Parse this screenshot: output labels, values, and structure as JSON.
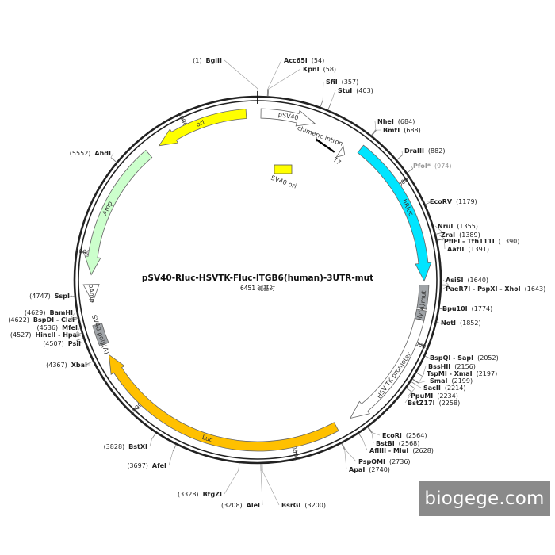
{
  "plasmid": {
    "name": "pSV40-Rluc-HSVTK-Fluc-ITGB6(human)-3UTR-mut",
    "length_text": "6451 碱基对",
    "length": 6451
  },
  "ticks": [
    "1000",
    "2000",
    "3000",
    "4000",
    "5000",
    "6000"
  ],
  "features": [
    {
      "id": "psv40",
      "label": "pSV40",
      "start": 20,
      "end": 360,
      "color": "#ffffff",
      "track": "outer",
      "arrow": true
    },
    {
      "id": "chimeric-intron",
      "label": "chimeric intron",
      "start": 405,
      "end": 555,
      "color": "#000000",
      "track": "bar"
    },
    {
      "id": "t7",
      "label": "T7",
      "start": 585,
      "end": 625,
      "color": "#ffffff",
      "track": "inner",
      "arrow": true
    },
    {
      "id": "sv40ori-small",
      "label": "SV40 ori",
      "color": "#ffff00",
      "track": "box"
    },
    {
      "id": "hrluc",
      "label": "hRluc",
      "start": 684,
      "end": 1620,
      "color": "#00e5ff",
      "track": "outer",
      "arrow": true
    },
    {
      "id": "mut",
      "label": "mut",
      "start": 1645,
      "end": 1790,
      "color": "#a0a4a8",
      "track": "outer"
    },
    {
      "id": "polya",
      "label": "poly(A)",
      "start": 1800,
      "end": 1860,
      "color": "#a0a4a8",
      "track": "outer"
    },
    {
      "id": "hsvtk",
      "label": "HSV TK promoter",
      "start": 1860,
      "end": 2620,
      "color": "#ffffff",
      "track": "outer",
      "arrow": true
    },
    {
      "id": "luc",
      "label": "Luc",
      "start": 2720,
      "end": 4360,
      "color": "#ffc000",
      "track": "outer",
      "arrow": true
    },
    {
      "id": "sv40polya",
      "label": "SV40 poly(A)",
      "start": 4430,
      "end": 4560,
      "color": "#a0a4a8",
      "track": "outer"
    },
    {
      "id": "pamp",
      "label": "pAmp",
      "start": 4700,
      "end": 4810,
      "color": "#ffffff",
      "track": "outer",
      "arrow": true,
      "reverse": true
    },
    {
      "id": "amp",
      "label": "Amp",
      "start": 4870,
      "end": 5720,
      "color": "#ccffcc",
      "track": "outer",
      "arrow": true,
      "reverse": true
    },
    {
      "id": "ori",
      "label": "ori",
      "start": 5800,
      "end": 6380,
      "color": "#ffff00",
      "track": "outer",
      "arrow": true,
      "reverse": true
    }
  ],
  "sites": [
    {
      "name": "BglII",
      "pos": "(1)"
    },
    {
      "name": "Acc65I",
      "pos": "(54)"
    },
    {
      "name": "KpnI",
      "pos": "(58)"
    },
    {
      "name": "SfiI",
      "pos": "(357)"
    },
    {
      "name": "StuI",
      "pos": "(403)"
    },
    {
      "name": "NheI",
      "pos": "(684)"
    },
    {
      "name": "BmtI",
      "pos": "(688)"
    },
    {
      "name": "DraIII",
      "pos": "(882)"
    },
    {
      "name": "PfoI*",
      "pos": "(974)"
    },
    {
      "name": "EcoRV",
      "pos": "(1179)"
    },
    {
      "name": "NruI",
      "pos": "(1355)"
    },
    {
      "name": "ZraI",
      "pos": "(1389)"
    },
    {
      "name": "PflFI - Tth111I",
      "pos": "(1390)"
    },
    {
      "name": "AatII",
      "pos": "(1391)"
    },
    {
      "name": "AsiSI",
      "pos": "(1640)"
    },
    {
      "name": "PaeR7I - PspXI - XhoI",
      "pos": "(1643)"
    },
    {
      "name": "Bpu10I",
      "pos": "(1774)"
    },
    {
      "name": "NotI",
      "pos": "(1852)"
    },
    {
      "name": "BspQI - SapI",
      "pos": "(2052)"
    },
    {
      "name": "BssHII",
      "pos": "(2156)"
    },
    {
      "name": "TspMI - XmaI",
      "pos": "(2197)"
    },
    {
      "name": "SmaI",
      "pos": "(2199)"
    },
    {
      "name": "SacII",
      "pos": "(2214)"
    },
    {
      "name": "PpuMI",
      "pos": "(2234)"
    },
    {
      "name": "BstZ17I",
      "pos": "(2258)"
    },
    {
      "name": "EcoRI",
      "pos": "(2564)"
    },
    {
      "name": "BstBI",
      "pos": "(2568)"
    },
    {
      "name": "AflIII - MluI",
      "pos": "(2628)"
    },
    {
      "name": "PspOMI",
      "pos": "(2736)"
    },
    {
      "name": "ApaI",
      "pos": "(2740)"
    },
    {
      "name": "BsrGI",
      "pos": "(3200)"
    },
    {
      "name": "AleI",
      "pos": "(3208)"
    },
    {
      "name": "BtgZI",
      "pos": "(3328)"
    },
    {
      "name": "AfeI",
      "pos": "(3697)"
    },
    {
      "name": "BstXI",
      "pos": "(3828)"
    },
    {
      "name": "XbaI",
      "pos": "(4367)"
    },
    {
      "name": "PsiI",
      "pos": "(4507)"
    },
    {
      "name": "HincII - HpaI",
      "pos": "(4527)"
    },
    {
      "name": "MfeI",
      "pos": "(4536)"
    },
    {
      "name": "BspDI - ClaI",
      "pos": "(4622)"
    },
    {
      "name": "BamHI",
      "pos": "(4629)"
    },
    {
      "name": "SspI",
      "pos": "(4747)"
    },
    {
      "name": "AhdI",
      "pos": "(5552)"
    }
  ],
  "watermark": "biogege.com"
}
